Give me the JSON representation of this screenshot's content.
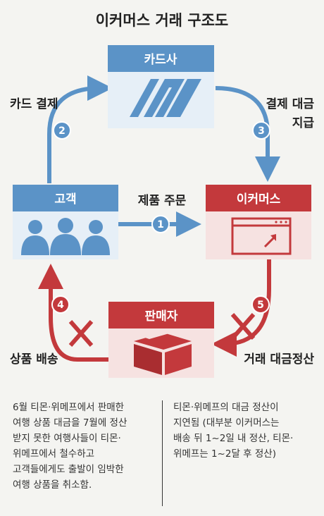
{
  "title": "이커머스 거래 구조도",
  "nodes": {
    "card_company": "카드사",
    "customer": "고객",
    "ecommerce": "이커머스",
    "seller": "판매자"
  },
  "steps": [
    {
      "number": "1",
      "label": "제품 주문"
    },
    {
      "number": "2",
      "label": "카드 결제"
    },
    {
      "number": "3",
      "label_line1": "결제 대금",
      "label_line2": "지급"
    },
    {
      "number": "4",
      "label": "상품 배송"
    },
    {
      "number": "5",
      "label": "거래 대금정산"
    }
  ],
  "notes": {
    "left": "6월 티몬·위메프에서 판매한\n여행 상품 대금을 7월에 정산\n받지 못한 여행사들이 티몬·\n위메프에서 철수하고\n고객들에게도 출발이 임박한\n여행 상품을 취소함.",
    "right": "티몬·위메프의 대금 정산이\n지연됨 (대부분 이커머스는\n배송 뒤 1~2일 내 정산, 티몬·\n위메프는 1~2달 후 정산)"
  },
  "colors": {
    "blue": "#5b93c7",
    "blue_light": "#e6eff7",
    "red": "#c3393c",
    "red_light": "#f6e2e1",
    "background": "#f4f4f1"
  }
}
